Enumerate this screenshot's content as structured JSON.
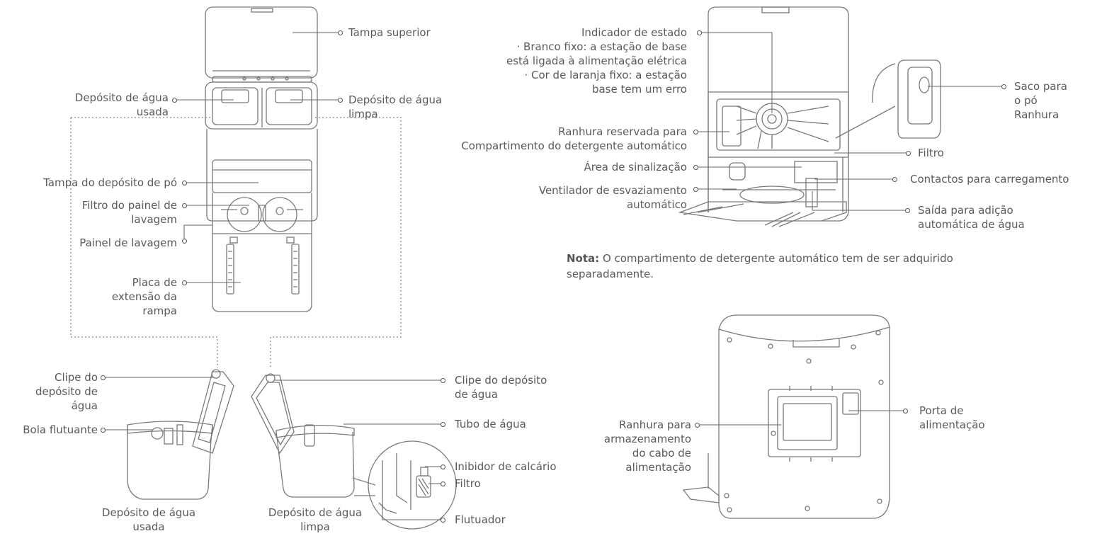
{
  "labels": {
    "tampa_superior": "Tampa superior",
    "deposito_usada_l1": "Depósito de água",
    "deposito_usada_l2": "usada",
    "deposito_limpa_l1": "Depósito de água",
    "deposito_limpa_l2": "limpa",
    "tampa_deposito_po": "Tampa do depósito de pó",
    "filtro_painel_l1": "Filtro do painel de",
    "filtro_painel_l2": "lavagem",
    "painel_lavagem": "Painel de lavagem",
    "placa_l1": "Placa de",
    "placa_l2": "extensão da",
    "placa_l3": "rampa",
    "clipe_left_l1": "Clipe do",
    "clipe_left_l2": "depósito de",
    "clipe_left_l3": "água",
    "bola_flutuante": "Bola flutuante",
    "clipe_right_l1": "Clipe do depósito",
    "clipe_right_l2": "de água",
    "tubo_agua": "Tubo de água",
    "inibidor": "Inibidor de calcário",
    "filtro_small": "Filtro",
    "flutuador": "Flutuador",
    "caption_usada_l1": "Depósito de água",
    "caption_usada_l2": "usada",
    "caption_limpa_l1": "Depósito de água",
    "caption_limpa_l2": "limpa",
    "indicador_l1": "Indicador de estado",
    "indicador_l2": "· Branco fixo: a estação de base",
    "indicador_l3": "está ligada à alimentação elétrica",
    "indicador_l4": "· Cor de laranja fixo: a estação",
    "indicador_l5": "base tem um erro",
    "ranhura_reservada_l1": "Ranhura reservada para",
    "ranhura_reservada_l2": "Compartimento do detergente automático",
    "area_sinalizacao": "Área de sinalização",
    "ventilador_l1": "Ventilador de esvaziamento",
    "ventilador_l2": "automático",
    "saco_l1": "Saco para",
    "saco_l2": "o pó",
    "saco_l3": "Ranhura",
    "filtro_station": "Filtro",
    "contactos": "Contactos para carregamento",
    "saida_l1": "Saída para adição",
    "saida_l2": "automática de água",
    "note_bold": "Nota:",
    "note_text": "O compartimento de detergente automático tem de ser adquirido separadamente.",
    "ranhura_cabo_l1": "Ranhura para",
    "ranhura_cabo_l2": "armazenamento",
    "ranhura_cabo_l3": "do cabo de",
    "ranhura_cabo_l4": "alimentação",
    "porta_l1": "Porta de",
    "porta_l2": "alimentação"
  }
}
